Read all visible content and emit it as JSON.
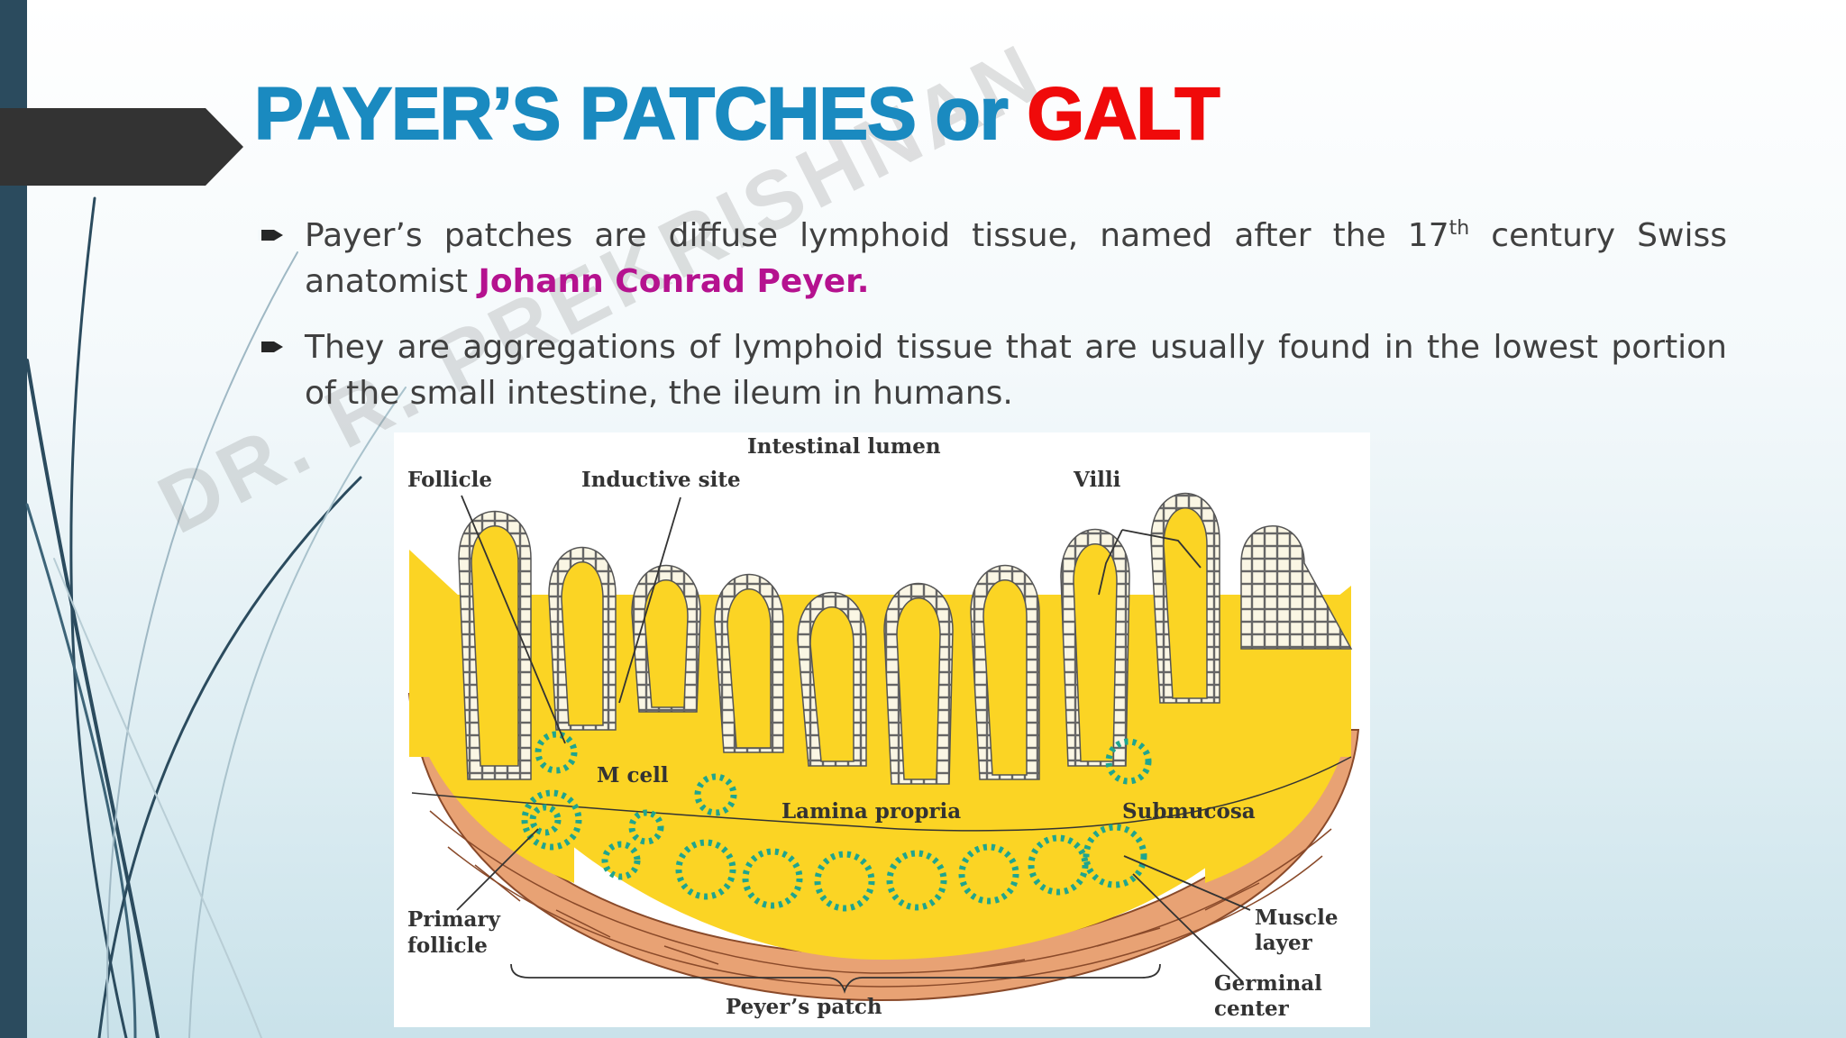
{
  "slide": {
    "title_part1": "PAYER’S PATCHES",
    "title_part2": "or",
    "title_part3": "GALT",
    "watermark": "DR. R. PREKRISHNAN",
    "bullet1_pre": "Payer’s patches are diffuse lymphoid tissue, named after the 17",
    "bullet1_sup": "th",
    "bullet1_post": " century Swiss anatomist ",
    "bullet1_highlight": "Johann Conrad Peyer.",
    "bullet2": "They are aggregations of lymphoid tissue that are usually found in the lowest portion of the small intestine, the ileum in  humans.",
    "colors": {
      "title_blue": "#1a8ac0",
      "title_red": "#f00a0a",
      "highlight": "#b5128f",
      "sidebar": "#2b4b5e",
      "tissue_yellow": "#fbd424",
      "muscle": "#e8a274",
      "follicle_dots": "#1fa58f"
    }
  },
  "diagram": {
    "labels": {
      "lumen": "Intestinal lumen",
      "follicle": "Follicle",
      "inductive": "Inductive site",
      "villi": "Villi",
      "mcell": "M cell",
      "lamina": "Lamina propria",
      "submucosa": "Submucosa",
      "primary1": "Primary",
      "primary2": "follicle",
      "muscle1": "Muscle",
      "muscle2": "layer",
      "germinal1": "Germinal",
      "germinal2": "center",
      "peyer": "Peyer’s patch"
    }
  }
}
